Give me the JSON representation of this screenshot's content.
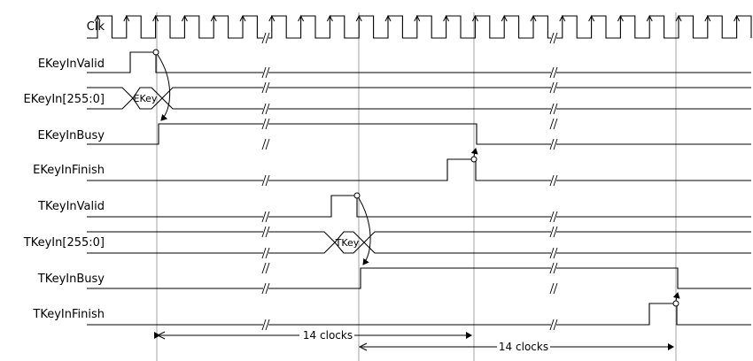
{
  "signals": [
    {
      "id": "clk",
      "label": "Clk"
    },
    {
      "id": "ekeyinvalid",
      "label": "EKeyInValid"
    },
    {
      "id": "ekeyin",
      "label": "EKeyIn[255:0]"
    },
    {
      "id": "ekeyinbusy",
      "label": "EKeyInBusy"
    },
    {
      "id": "ekeyinfinish",
      "label": "EKeyInFinish"
    },
    {
      "id": "tkeyinvalid",
      "label": "TKeyInValid"
    },
    {
      "id": "tkeyin",
      "label": "TKeyIn[255:0]"
    },
    {
      "id": "tkeyinbusy",
      "label": "TKeyInBusy"
    },
    {
      "id": "tkeyinfinish",
      "label": "TKeyInFinish"
    }
  ],
  "bus_values": {
    "ekey": "EKey",
    "tkey": "TKey"
  },
  "measurements": {
    "ekey_clocks": "14 clocks",
    "tkey_clocks": "14 clocks"
  },
  "colors": {
    "wave": "#000000",
    "guide": "#999999",
    "background": "#ffffff"
  }
}
